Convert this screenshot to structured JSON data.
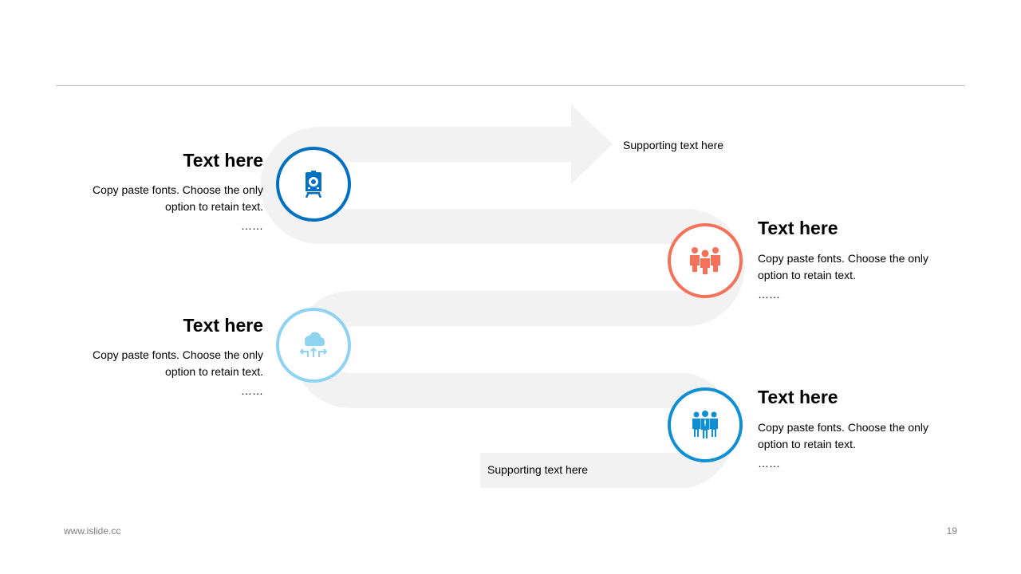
{
  "header": {
    "divider": true
  },
  "path": {
    "color": "#f2f2f2",
    "start_label": "Supporting text here",
    "end_label": "Supporting text here"
  },
  "steps": [
    {
      "title": "Text here",
      "line1": "Copy paste fonts. Choose the only",
      "line2": "option to retain text.",
      "ellipsis": "……",
      "icon": "train-icon",
      "color": "#0070c0"
    },
    {
      "title": "Text here",
      "line1": "Copy paste fonts. Choose the only",
      "line2": "option to retain text.",
      "ellipsis": "……",
      "icon": "team-icon",
      "color": "#f4715a"
    },
    {
      "title": "Text here",
      "line1": "Copy paste fonts. Choose the only",
      "line2": "option to retain text.",
      "ellipsis": "……",
      "icon": "cloud-transfer-icon",
      "color": "#8fd3f2"
    },
    {
      "title": "Text here",
      "line1": "Copy paste fonts. Choose the only",
      "line2": "option to retain text.",
      "ellipsis": "……",
      "icon": "business-team-icon",
      "color": "#0e8fd4"
    }
  ],
  "footer": {
    "website": "www.islide.cc",
    "page_number": "19"
  }
}
